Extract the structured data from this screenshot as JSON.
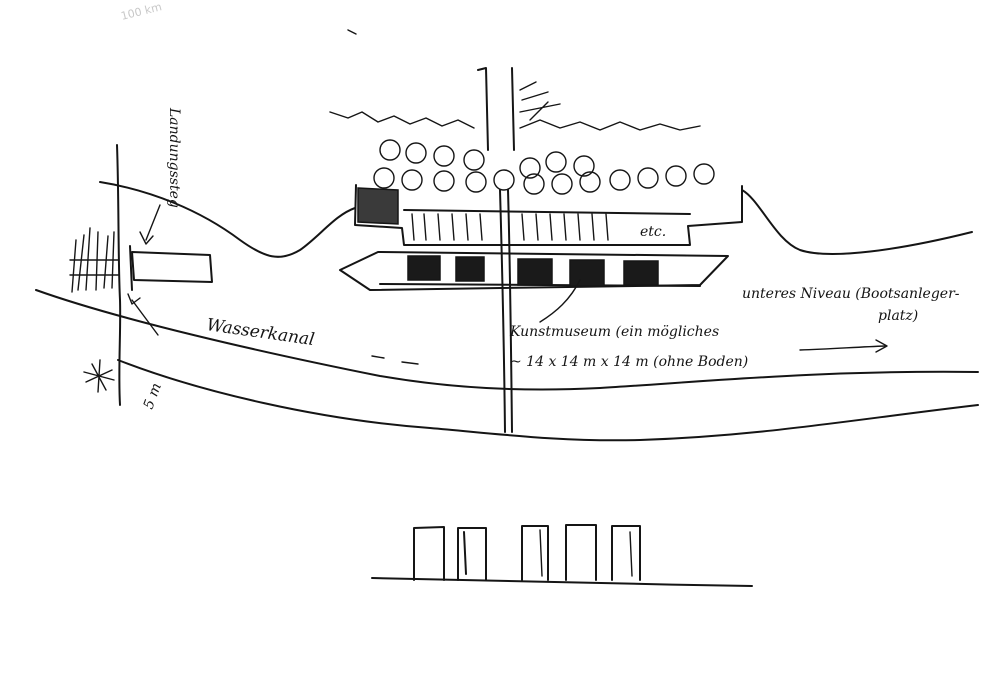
{
  "labels": {
    "top_corner_note": "100 km",
    "canal_label": "Wasserkanal",
    "landing_label": "Landungssteg",
    "sea_level_label": "unteres Niveau (Bootsanleger-",
    "sea_level_label_2": "platz)",
    "small_depth_note": "5 m",
    "building_note_1": "Kunstmuseum (ein mögliches",
    "building_note_2": "~ 14 x 14 m x 14 m (ohne Boden)",
    "etc_note": "etc."
  },
  "colors": {
    "ink": "#151515",
    "paper": "#ffffff"
  }
}
